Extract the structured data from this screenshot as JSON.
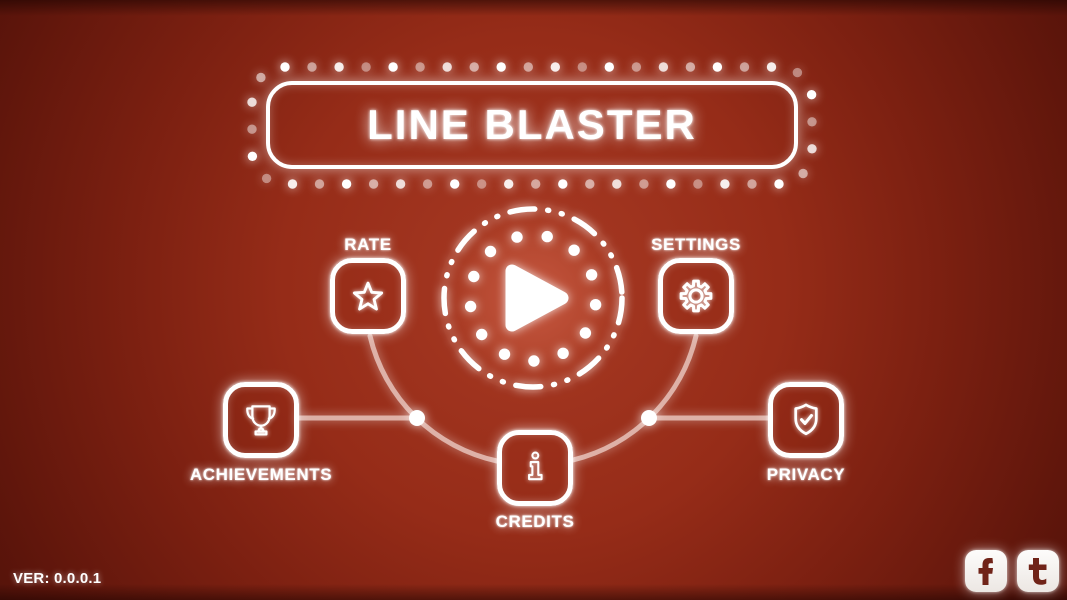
{
  "title": {
    "text": "LINE BLASTER"
  },
  "menu": {
    "items": [
      {
        "id": "rate",
        "label": "RATE",
        "icon": "star-icon",
        "label_position": "above"
      },
      {
        "id": "settings",
        "label": "SETTINGS",
        "icon": "gear-icon",
        "label_position": "above"
      },
      {
        "id": "achievements",
        "label": "ACHIEVEMENTS",
        "icon": "trophy-icon",
        "label_position": "below"
      },
      {
        "id": "credits",
        "label": "CREDITS",
        "icon": "info-icon",
        "label_position": "below"
      },
      {
        "id": "privacy",
        "label": "PRIVACY",
        "icon": "shield-check-icon",
        "label_position": "below"
      }
    ],
    "play": {
      "icon": "play-icon"
    }
  },
  "footer": {
    "version": "VER: 0.0.0.1"
  },
  "social": {
    "buttons": [
      {
        "id": "facebook",
        "icon": "facebook-icon"
      },
      {
        "id": "twitter",
        "icon": "twitter-icon"
      }
    ]
  },
  "colors": {
    "background_center": "#a83a24",
    "background_edge": "#3c0d06",
    "glow_white": "#ffffff",
    "social_glyph": "#702318"
  }
}
